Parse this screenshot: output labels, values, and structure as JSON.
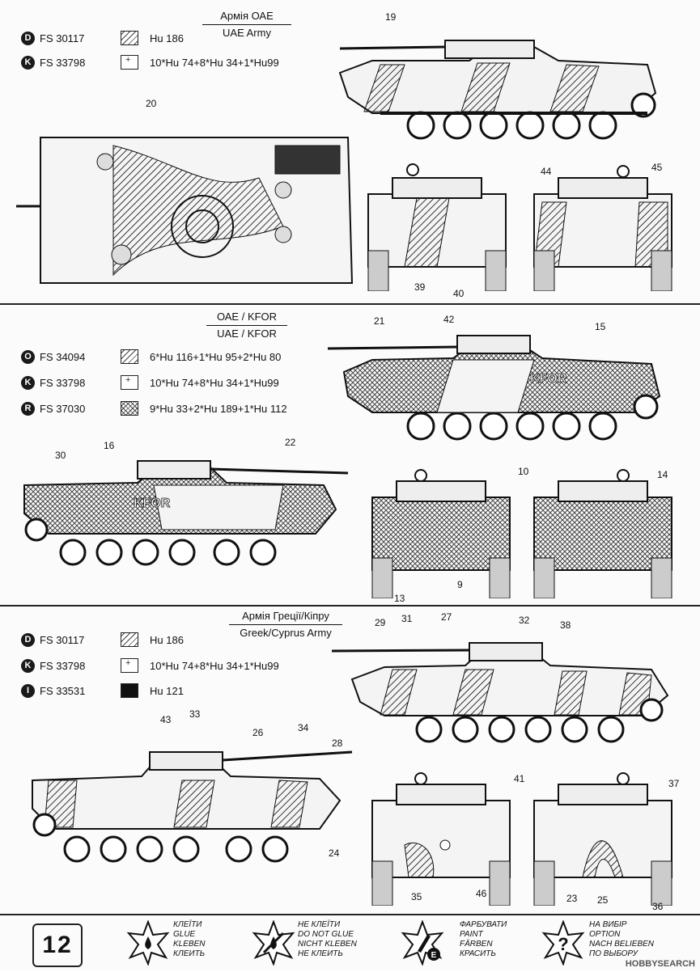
{
  "page_number": "12",
  "sections": [
    {
      "title_ua": "Армія ОАЕ",
      "title_en": "UAE Army",
      "legend": [
        {
          "badge": "D",
          "fs": "FS 30117",
          "pattern": "hatch",
          "text": "Hu 186"
        },
        {
          "badge": "K",
          "fs": "FS 33798",
          "pattern": "dot",
          "text": "10*Hu 74+8*Hu 34+1*Hu99"
        }
      ],
      "callouts": [
        "19",
        "20",
        "44",
        "45",
        "39",
        "40"
      ]
    },
    {
      "title_ua": "ОАЕ / KFOR",
      "title_en": "UAE / KFOR",
      "legend": [
        {
          "badge": "O",
          "fs": "FS 34094",
          "pattern": "hatch",
          "text": "6*Hu 116+1*Hu 95+2*Hu 80"
        },
        {
          "badge": "K",
          "fs": "FS 33798",
          "pattern": "dot",
          "text": "10*Hu 74+8*Hu 34+1*Hu99"
        },
        {
          "badge": "R",
          "fs": "FS 37030",
          "pattern": "cross",
          "text": "9*Hu 33+2*Hu 189+1*Hu 112"
        }
      ],
      "hull_text": "KFOR",
      "callouts": [
        "21",
        "42",
        "15",
        "30",
        "16",
        "22",
        "10",
        "14",
        "13",
        "9"
      ]
    },
    {
      "title_ua": "Армія Греції/Кіпру",
      "title_en": "Greek/Cyprus Army",
      "legend": [
        {
          "badge": "D",
          "fs": "FS 30117",
          "pattern": "hatch",
          "text": "Hu 186"
        },
        {
          "badge": "K",
          "fs": "FS 33798",
          "pattern": "dot",
          "text": "10*Hu 74+8*Hu 34+1*Hu99"
        },
        {
          "badge": "I",
          "fs": "FS 33531",
          "pattern": "black",
          "text": "Hu 121"
        }
      ],
      "callouts": [
        "29",
        "31",
        "27",
        "32",
        "38",
        "43",
        "33",
        "26",
        "34",
        "28",
        "41",
        "37",
        "24",
        "35",
        "46",
        "23",
        "25",
        "36"
      ]
    }
  ],
  "footer_symbols": [
    {
      "icon": "glue-drop-icon",
      "badge": "",
      "lines": [
        "КЛЕЇТИ",
        "GLUE",
        "KLEBEN",
        "КЛЕИТЬ"
      ]
    },
    {
      "icon": "no-glue-icon",
      "badge": "",
      "lines": [
        "НЕ КЛЕЇТИ",
        "DO NOT GLUE",
        "NICHT KLEBEN",
        "НЕ КЛЕИТЬ"
      ]
    },
    {
      "icon": "paint-brush-icon",
      "badge": "E",
      "lines": [
        "ФАРБУВАТИ",
        "PAINT",
        "FÄRBEN",
        "КРАСИТЬ"
      ]
    },
    {
      "icon": "option-question-icon",
      "badge": "",
      "lines": [
        "НА ВИБІР",
        "OPTION",
        "NACH BELIEBEN",
        "ПО ВЫБОРУ"
      ]
    }
  ],
  "watermark": "HOBBYSEARCH"
}
